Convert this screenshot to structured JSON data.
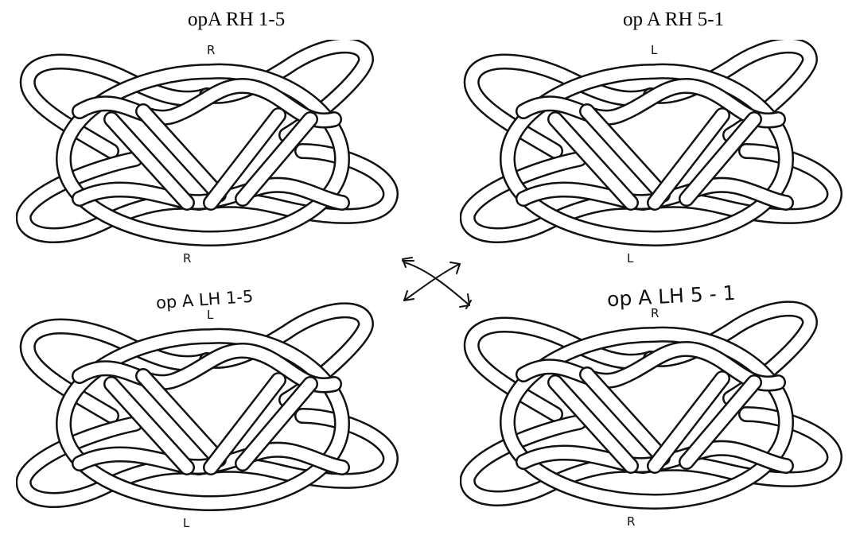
{
  "panels": [
    {
      "title": "opA RH 1-5",
      "top_mark": "R",
      "bottom_mark": "R",
      "style": "typed"
    },
    {
      "title": "op A RH 5-1",
      "top_mark": "L",
      "bottom_mark": "L",
      "style": "typed"
    },
    {
      "title": "op A   LH 1-5",
      "top_mark": "L",
      "bottom_mark": "L",
      "style": "handwritten"
    },
    {
      "title": "op A  LH 5 - 1",
      "top_mark": "R",
      "bottom_mark": "R",
      "style": "handwritten"
    }
  ]
}
